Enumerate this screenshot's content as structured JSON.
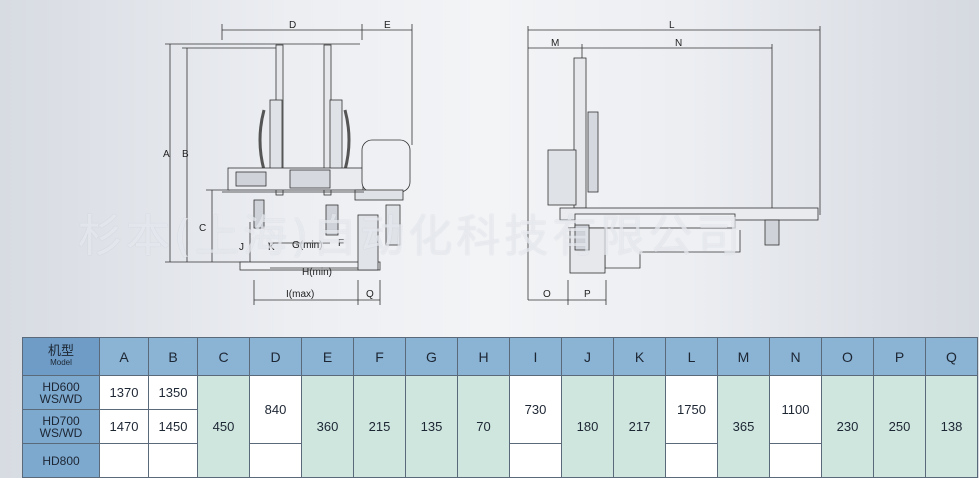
{
  "watermark": "杉本(上海)自动化科技有限公司",
  "dims_left": {
    "D": "D",
    "E": "E",
    "A": "A",
    "B": "B",
    "C": "C",
    "J": "J",
    "K": "K",
    "G": "G(min)",
    "F": "F",
    "H": "H(min)",
    "I": "I(max)",
    "Q": "Q"
  },
  "dims_right": {
    "L": "L",
    "M": "M",
    "N": "N",
    "O": "O",
    "P": "P"
  },
  "table": {
    "header_model_cn": "机型",
    "header_model_en": "Model",
    "columns": [
      "A",
      "B",
      "C",
      "D",
      "E",
      "F",
      "G",
      "H",
      "I",
      "J",
      "K",
      "L",
      "M",
      "N",
      "O",
      "P",
      "Q"
    ],
    "rows": [
      {
        "model": "HD600\nWS/WD",
        "A": "1370",
        "B": "1350"
      },
      {
        "model": "HD700\nWS/WD",
        "A": "1470",
        "B": "1450"
      }
    ],
    "shared": {
      "C": "450",
      "D": "840",
      "E": "360",
      "F": "215",
      "G": "135",
      "H": "70",
      "I": "730",
      "J": "180",
      "K": "217",
      "L": "1750",
      "M": "365",
      "N": "1100",
      "O": "230",
      "P": "250",
      "Q": "138"
    },
    "partial_row_model": "HD800"
  }
}
